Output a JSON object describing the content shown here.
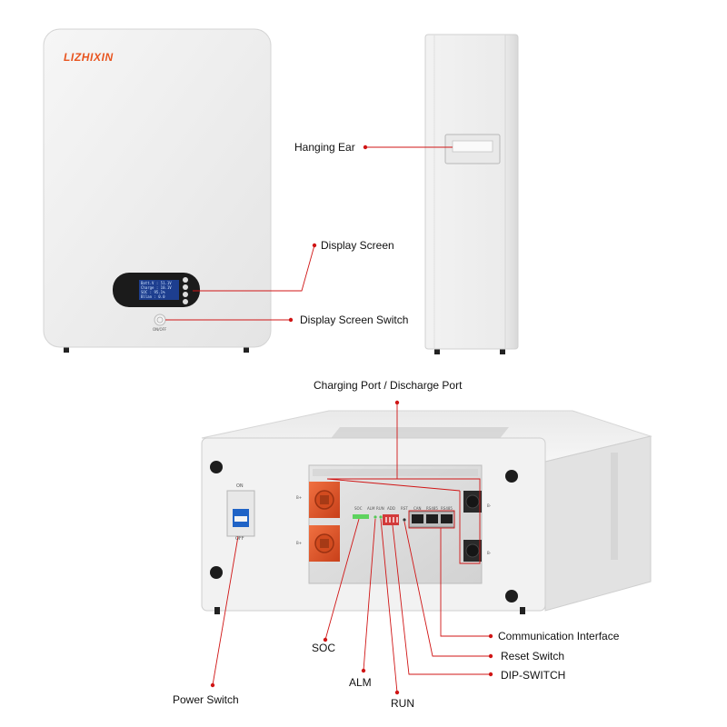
{
  "brand": "LIZHIXIN",
  "front_panel": {
    "power_button_text": "ON/OFF",
    "screen_lines": [
      "Batt.V  : 51.1V",
      "Charge  : 10.1V",
      "SOC     : 95.1%",
      "Bllan   : 0.0"
    ]
  },
  "callouts": {
    "hanging_ear": "Hanging Ear",
    "display_screen": "Display Screen",
    "display_screen_switch": "Display Screen Switch",
    "charging_port": "Charging Port / Discharge Port",
    "communication_interface": "Communication Interface",
    "reset_switch": "Reset Switch",
    "dip_switch": "DIP-SWITCH",
    "soc": "SOC",
    "alm": "ALM",
    "run": "RUN",
    "power_switch": "Power Switch"
  },
  "bottom_unit": {
    "breaker_on": "ON",
    "breaker_off": "OFF",
    "left_pos": "B+",
    "left_neg": "B+",
    "right_pos": "B-",
    "right_neg": "B-",
    "panel_labels": [
      "SOC",
      "ALM",
      "RUN",
      "ADD",
      "RST",
      "CAN",
      "RS485",
      "RS485"
    ]
  },
  "colors": {
    "brand_orange": "#e8541f",
    "callout_red": "#d01515",
    "connector_orange": "#e05a2a"
  }
}
